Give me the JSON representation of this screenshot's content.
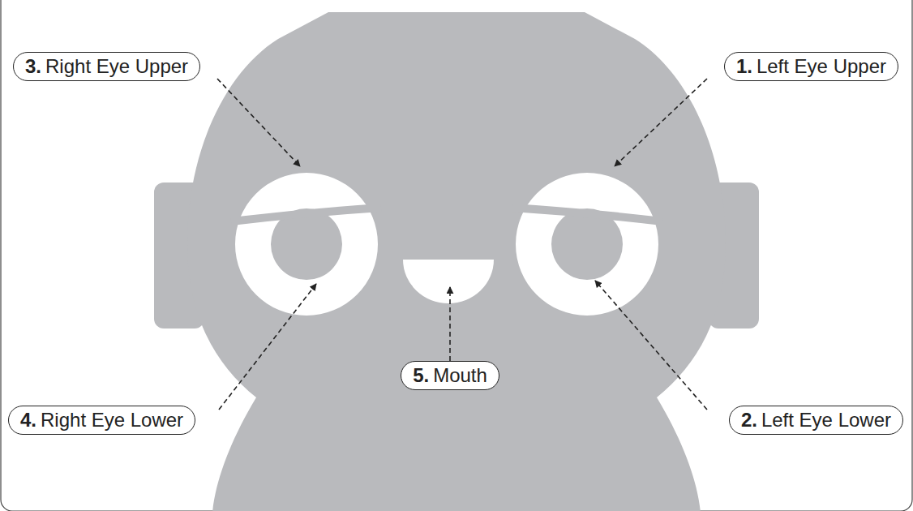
{
  "diagram": {
    "nodes": [
      {
        "text": [
          "3.",
          "Right Eye Upper"
        ]
      },
      {
        "text": [
          "1.",
          "Left Eye Upper"
        ]
      },
      {
        "text": [
          "5.",
          "Mouth"
        ]
      },
      {
        "text": [
          "4.",
          "Right Eye Lower"
        ]
      },
      {
        "text": [
          "2.",
          "Left Eye Lower"
        ]
      }
    ]
  }
}
